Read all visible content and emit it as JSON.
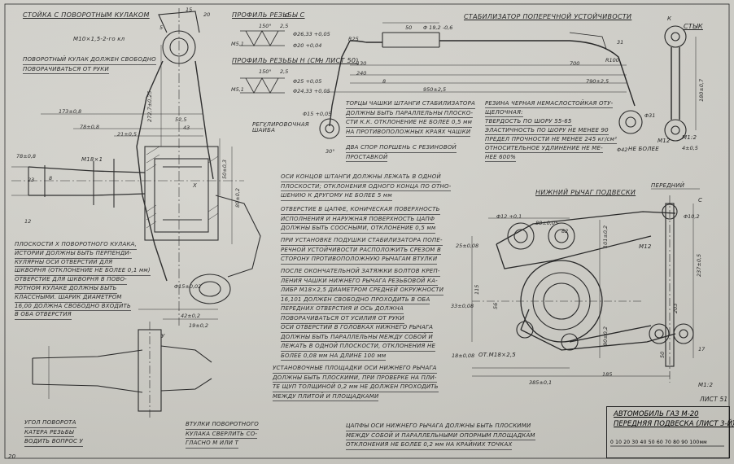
{
  "sheet_number": "ЛИСТ 51",
  "corner_mark": "20",
  "title_block": {
    "line1": "АВТОМОБИЛЬ ГАЗ М-20",
    "line2": "ПЕРЕДНЯЯ ПОДВЕСКА (ЛИСТ 3-Й)",
    "scale_ticks": "0  10  20  30  40  50  60  70  80  90  100мм"
  },
  "section_titles": {
    "kingpin": "СТОЙКА С ПОВОРОТНЫМ КУЛАКОМ",
    "thread_c": "ПРОФИЛЬ РЕЗЬБЫ С",
    "thread_h": "ПРОФИЛЬ РЕЗЬБЫ Н (СМ. ЛИСТ 50)",
    "stabilizer": "СТАБИЛИЗАТОР ПОПЕРЕЧНОЙ УСТОЙЧИВОСТИ",
    "link": "СТЫК",
    "lower_arm": "НИЖНИЙ РЫЧАГ ПОДВЕСКИ",
    "front": "ПЕРЕДНИЙ"
  },
  "labels": {
    "thread_m10": "М10×1,5-2-го кл",
    "adjust_washer": "РЕГУЛИРОВОЧНАЯ ШАЙБА",
    "m18": "М18×1",
    "m12_1": "М12",
    "m12_2": "М12",
    "om18": "ОТ.М18×2,5",
    "c_label": "С",
    "h_label": "Н",
    "k_label": "К",
    "x_label": "Х",
    "y_label": "У",
    "m_scale_1": "М1:2",
    "m_scale_2": "М1:2",
    "no_more": "НЕ БОЛЕЕ"
  },
  "notes": {
    "kingpin_turn": [
      "ПОВОРОТНЫЙ КУЛАК ДОЛЖЕН СВОБОДНО",
      "ПОВОРАЧИВАТЬСЯ ОТ РУКИ"
    ],
    "holes_x": [
      "ПЛОСКОСТИ Х ПОВОРОТНОГО КУЛАКА,",
      "ИСТОРИИ ДОЛЖНЫ БЫТЬ ПЕРПЕНДИ-",
      "КУЛЯРНЫ ОСИ ОТВЕРСТИЙ ДЛЯ",
      "ШКВОРНЯ (ОТКЛОНЕНИЕ НЕ БОЛЕЕ 0,1 мм)",
      "ОТВЕРСТИЕ ДЛЯ ШКВОРНЯ В ПОВО-",
      "РОТНОМ КУЛАКЕ ДОЛЖНЫ БЫТЬ",
      "КЛАССНЫМИ. ШАРИК ДИАМЕТРОМ",
      "16,00 ДОЛЖНА СВОБОДНО ВХОДИТЬ",
      "В ОБА ОТВЕРСТИЯ"
    ],
    "kingpin_axis": [
      "УГОЛ ПОВОРОТА",
      "КАТЕРА РЕЗЬБЫ",
      "ВОДИТЬ ВОПРОС У"
    ],
    "bushings": [
      "ВТУЛКИ ПОВОРОТНОГО",
      "КУЛАКА СВЕРЛИТЬ СО-",
      "ГЛАСНО М ИЛИ Т"
    ],
    "rod_ends": [
      "ТОРЦЫ ЧАШКИ ШТАНГИ СТАБИЛИЗАТОРА",
      "ДОЛЖНЫ БЫТЬ ПАРАЛЛЕЛЬНЫ ПЛОСКО-",
      "СТИ К.К. ОТКЛОНЕНИЕ НЕ БОЛЕЕ 0,5 мм",
      "НА ПРОТИВОПОЛОЖНЫХ КРАЯХ ЧАШКИ"
    ],
    "two_washers": [
      "ДВА СПОР ПОРШЕНЬ С РЕЗИНОВОЙ",
      "ПРОСТАВКОЙ"
    ],
    "rubber": [
      "РЕЗИНА ЧЕРНАЯ НЕМАСЛОСТОЙКАЯ ОТУ-",
      "ЩЕЛОЧНАЯ:",
      "ТВЕРДОСТЬ ПО ШОРУ  55-65",
      "ЭЛАСТИЧНОСТЬ ПО ШОРУ НЕ МЕНЕЕ 90",
      "ПРЕДЕЛ ПРОЧНОСТИ НЕ МЕНЕЕ 245 кг/см²",
      "ОТНОСИТЕЛЬНОЕ УДЛИНЕНИЕ НЕ МЕ-",
      "НЕЕ 600%"
    ],
    "rod_axes": [
      "ОСИ КОНЦОВ ШТАНГИ ДОЛЖНЫ ЛЕЖАТЬ В ОДНОЙ",
      "ПЛОСКОСТИ; ОТКЛОНЕНИЯ ОДНОГО КОНЦА ПО ОТНО-",
      "ШЕНИЮ К ДРУГОМУ НЕ БОЛЕЕ 5 мм"
    ],
    "cone_hole": [
      "ОТВЕРСТИЕ В ЦАПФЕ, КОНИЧЕСКАЯ ПОВЕРХНОСТЬ",
      "ИСПОЛНЕНИЯ И НАРУЖНАЯ ПОВЕРХНОСТЬ ЦАПФ",
      "ДОЛЖНЫ БЫТЬ СООСНЫМИ, ОТКЛОНЕНИЕ 0,5 мм"
    ],
    "stabilizer_install": [
      "ПРИ УСТАНОВКЕ ПОДУШКИ СТАБИЛИЗАТОРА ПОПЕ-",
      "РЕЧНОЙ УСТОЙЧИВОСТИ РАСПОЛОЖИТЬ СРЕЗОМ В",
      "СТОРОНУ ПРОТИВОПОЛОЖНУЮ РЫЧАГАМ ВТУЛКИ"
    ],
    "final_tightening": [
      "ПОСЛЕ ОКОНЧАТЕЛЬНОЙ ЗАТЯЖКИ БОЛТОВ КРЕП-",
      "ЛЕНИЯ ЧАШКИ НИЖНЕГО РЫЧАГА РЕЗЬБОВОЙ КА-",
      "ЛИБР М18×2,5  ДИАМЕТРОМ СРЕДНЕЙ ОКРУЖНОСТИ",
      "16,101 ДОЛЖЕН СВОБОДНО ПРОХОДИТЬ В ОБА",
      "ПЕРЕДНИХ ОТВЕРСТИЯ И ОСЬ ДОЛЖНА",
      "ПОВОРАЧИВАТЬСЯ ОТ УСИЛИЯ ОТ РУКИ"
    ],
    "holes_parallel": [
      "ОСИ ОТВЕРСТИЙ В ГОЛОВКАХ НИЖНЕГО РЫЧАГА",
      "ДОЛЖНЫ БЫТЬ ПАРАЛЛЕЛЬНЫ МЕЖДУ СОБОЙ И",
      "ЛЕЖАТЬ В ОДНОЙ ПЛОСКОСТИ, ОТКЛОНЕНИЯ НЕ",
      "БОЛЕЕ 0,08 мм НА ДЛИНЕ 100 мм"
    ],
    "mount_pads": [
      "УСТАНОВОЧНЫЕ ПЛОЩАДКИ ОСИ НИЖНЕГО РЫЧАГА",
      "ДОЛЖНЫ БЫТЬ ПЛОСКИМИ, ПРИ ПРОВЕРКЕ НА ПЛИ-",
      "ТЕ ЩУП ТОЛЩИНОЙ 0,2 мм НЕ ДОЛЖЕН ПРОХОДИТЬ",
      "МЕЖДУ ПЛИТОЙ И ПЛОЩАДКАМИ"
    ],
    "cup_axes": [
      "ЦАПФЫ ОСИ НИЖНЕГО РЫЧАГА ДОЛЖНЫ БЫТЬ ПЛОСКИМИ",
      "МЕЖДУ СОБОЙ И ПАРАЛЛЕЛЬНЫМИ ОПОРНЫМ ПЛОЩАДКАМ",
      "ОТКЛОНЕНИЯ НЕ БОЛЕЕ 0,2 мм  НА КРАЙНИХ ТОЧКАХ"
    ]
  },
  "dimensions": {
    "d15": "15",
    "d20": "20",
    "d5": "5",
    "d2727": "272,7±0,25",
    "d1738": "173±0,8",
    "d525": "52,5",
    "d43": "43",
    "d78": "78±0,8",
    "d78b": "78±0,8",
    "d2105": "21±0,5",
    "d8": "8",
    "d23": "23",
    "d12": "12",
    "d50": "50±0,3",
    "d89": "89±0,2",
    "d4210": "42±0,2",
    "d1920": "19±0,2",
    "d1502": "Φ15±0,02",
    "thr_150": "150°",
    "thr_25": "2,5",
    "thr_m51": "М5,1",
    "thr_d1": "Φ26,33 +0,05",
    "thr_d2": "Φ20 +0,04",
    "thr_h150": "150°",
    "thr_h25": "2,5",
    "thr_h_m51": "М5,1",
    "thr_h_d1": "Φ25 +0,05",
    "thr_h_d2": "Φ24,33 +0,05",
    "stab_50": "50",
    "stab_d192": "Φ 19,2 -0,6",
    "stab_r25": "R25",
    "stab_130": "130",
    "stab_240": "240",
    "stab_700": "700",
    "stab_8": "8",
    "stab_790": "790±2,5",
    "stab_950": "950±2,5",
    "stab_r100": "R100",
    "stab_30": "30°",
    "stab_31": "31",
    "stab_d15": "Φ15 +0,05",
    "link_1807": "180±0,7",
    "link_405": "4±0,5",
    "link_d31": "Φ31",
    "link_d42": "Φ42",
    "arm_d12": "Φ12 +0,1",
    "arm_88": "88±0,05",
    "arm_82": "82",
    "arm_255": "25±0,08",
    "arm_115": "115",
    "arm_56": "56",
    "arm_1012": "101±0,2",
    "arm_902": "90±0,2",
    "arm_33": "33±0,08",
    "arm_3850": "385±0,1",
    "arm_185": "185",
    "arm_d102": "Φ10,2",
    "arm_2375": "237±0,5",
    "arm_203": "203",
    "arm_50": "50",
    "arm_17": "17",
    "arm_18": "18±0,08"
  }
}
